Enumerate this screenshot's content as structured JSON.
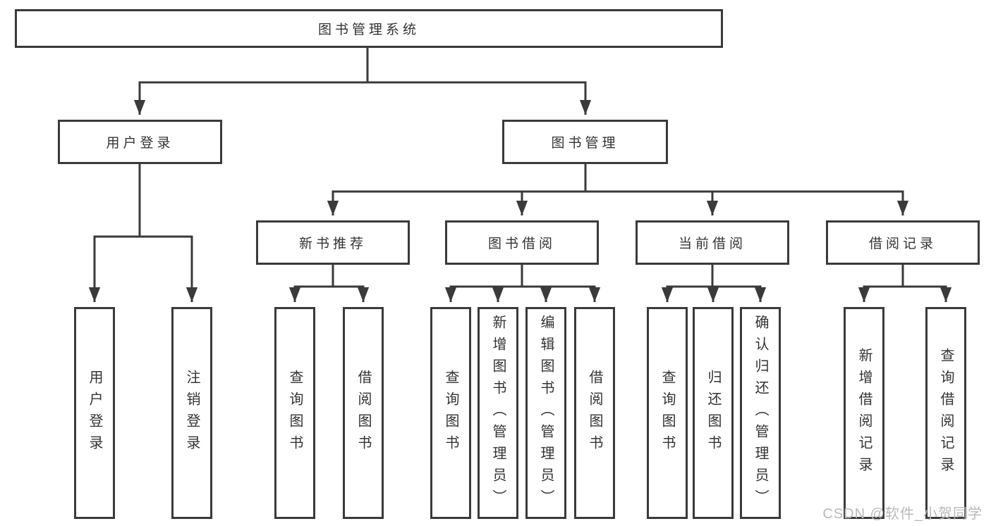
{
  "tree": {
    "root": "图书管理系统",
    "level2": [
      {
        "label": "用户登录"
      },
      {
        "label": "图书管理"
      }
    ],
    "level3": [
      {
        "label": "新书推荐",
        "parent": "图书管理"
      },
      {
        "label": "图书借阅",
        "parent": "图书管理"
      },
      {
        "label": "当前借阅",
        "parent": "图书管理"
      },
      {
        "label": "借阅记录",
        "parent": "图书管理"
      }
    ],
    "leaves": [
      {
        "label": "用户登录",
        "parent": "用户登录"
      },
      {
        "label": "注销登录",
        "parent": "用户登录"
      },
      {
        "label": "查询图书",
        "parent": "新书推荐"
      },
      {
        "label": "借阅图书",
        "parent": "新书推荐"
      },
      {
        "label": "查询图书",
        "parent": "图书借阅"
      },
      {
        "label": "新增图书（管理员）",
        "parent": "图书借阅"
      },
      {
        "label": "编辑图书（管理员）",
        "parent": "图书借阅"
      },
      {
        "label": "借阅图书",
        "parent": "图书借阅"
      },
      {
        "label": "查询图书",
        "parent": "当前借阅"
      },
      {
        "label": "归还图书",
        "parent": "当前借阅"
      },
      {
        "label": "确认归还（管理员）",
        "parent": "当前借阅"
      },
      {
        "label": "新增借阅记录",
        "parent": "借阅记录"
      },
      {
        "label": "查询借阅记录",
        "parent": "借阅记录"
      }
    ]
  },
  "watermark": {
    "text": "CSDN @软件_小贺同学"
  },
  "colors": {
    "line": "#3a3a3a",
    "text": "#333333",
    "watermark": "#b9b9b9",
    "background": "#ffffff"
  }
}
